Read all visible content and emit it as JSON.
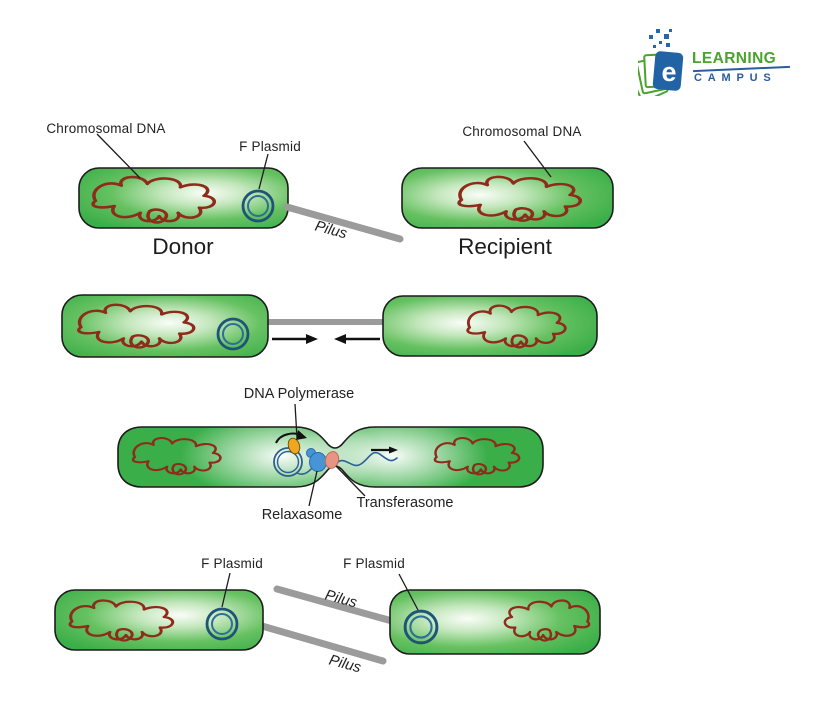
{
  "colors": {
    "cell_green": "#3AAE48",
    "cell_highlight": "#FAFDF8",
    "cell_outline": "#1c1c1c",
    "dna_red": "#8E2B1B",
    "plasmid_blue": "#1E5577",
    "pilus_gray": "#9B9B9B",
    "polymerase_orange": "#F0A71F",
    "relaxasome_blue": "#4795D6",
    "transferasome_salmon": "#E89483",
    "label_text": "#222222",
    "logo_green": "#4AA32C",
    "logo_blue": "#2263A5"
  },
  "logo": {
    "line1": "LEARNING",
    "line2": "CAMPUS",
    "book_letter": "e"
  },
  "stage1": {
    "donor_dna_label": "Chromosomal DNA",
    "f_plasmid_label": "F Plasmid",
    "recipient_dna_label": "Chromosomal DNA",
    "pilus_label": "Pilus",
    "donor_caption": "Donor",
    "recipient_caption": "Recipient"
  },
  "stage3": {
    "dna_polymerase_label": "DNA Polymerase",
    "relaxasome_label": "Relaxasome",
    "transferasome_label": "Transferasome"
  },
  "stage4": {
    "f_plasmid_left_label": "F Plasmid",
    "f_plasmid_right_label": "F Plasmid",
    "pilus_upper_label": "Pilus",
    "pilus_lower_label": "Pilus"
  }
}
